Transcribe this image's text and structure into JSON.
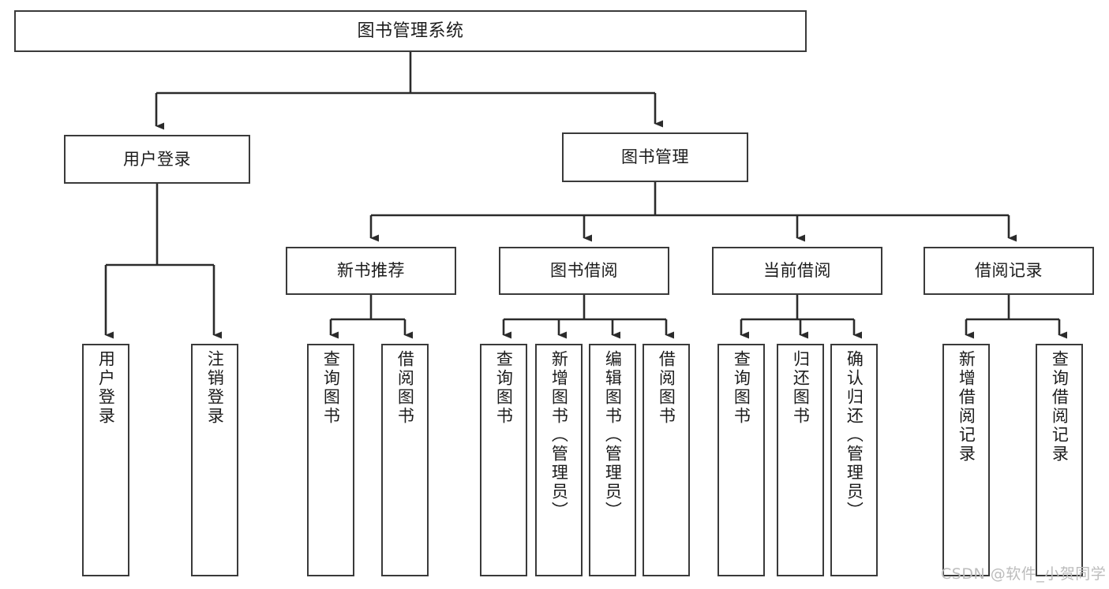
{
  "diagram": {
    "type": "tree-hierarchy",
    "title": "图书管理系统",
    "orientation": "top-down",
    "colors": {
      "box_border": "#3a3a3a",
      "box_fill": "#ffffff",
      "connector": "#2b2b2b",
      "text": "#1c1c1c",
      "watermark": "#bcbcbc"
    },
    "levels": [
      {
        "level": 1,
        "nodes": [
          {
            "id": "root",
            "label": "图书管理系统",
            "orientation": "horizontal"
          }
        ]
      },
      {
        "level": 2,
        "nodes": [
          {
            "id": "user-login",
            "label": "用户登录",
            "orientation": "horizontal",
            "parent": "root"
          },
          {
            "id": "book-manage",
            "label": "图书管理",
            "orientation": "horizontal",
            "parent": "root"
          }
        ]
      },
      {
        "level": 3,
        "nodes": [
          {
            "id": "new-book-recommend",
            "label": "新书推荐",
            "orientation": "horizontal",
            "parent": "book-manage"
          },
          {
            "id": "book-borrow",
            "label": "图书借阅",
            "orientation": "horizontal",
            "parent": "book-manage"
          },
          {
            "id": "current-borrow",
            "label": "当前借阅",
            "orientation": "horizontal",
            "parent": "book-manage"
          },
          {
            "id": "borrow-record",
            "label": "借阅记录",
            "orientation": "horizontal",
            "parent": "book-manage"
          }
        ]
      },
      {
        "level": 4,
        "nodes": [
          {
            "id": "leaf-user-login",
            "label": "用户登录",
            "orientation": "vertical",
            "parent": "user-login"
          },
          {
            "id": "leaf-logout-login",
            "label": "注销登录",
            "orientation": "vertical",
            "parent": "user-login"
          },
          {
            "id": "leaf-query-book-1",
            "label": "查询图书",
            "orientation": "vertical",
            "parent": "new-book-recommend"
          },
          {
            "id": "leaf-borrow-book-1",
            "label": "借阅图书",
            "orientation": "vertical",
            "parent": "new-book-recommend"
          },
          {
            "id": "leaf-query-book-2",
            "label": "查询图书",
            "orientation": "vertical",
            "parent": "book-borrow"
          },
          {
            "id": "leaf-add-book",
            "label": "新增图书（管理员）",
            "orientation": "vertical",
            "parent": "book-borrow"
          },
          {
            "id": "leaf-edit-book",
            "label": "编辑图书（管理员）",
            "orientation": "vertical",
            "parent": "book-borrow"
          },
          {
            "id": "leaf-borrow-book-2",
            "label": "借阅图书",
            "orientation": "vertical",
            "parent": "book-borrow"
          },
          {
            "id": "leaf-query-book-3",
            "label": "查询图书",
            "orientation": "vertical",
            "parent": "current-borrow"
          },
          {
            "id": "leaf-return-book",
            "label": "归还图书",
            "orientation": "vertical",
            "parent": "current-borrow"
          },
          {
            "id": "leaf-confirm-return",
            "label": "确认归还（管理员）",
            "orientation": "vertical",
            "parent": "current-borrow"
          },
          {
            "id": "leaf-add-record",
            "label": "新增借阅记录",
            "orientation": "vertical",
            "parent": "borrow-record"
          },
          {
            "id": "leaf-query-record",
            "label": "查询借阅记录",
            "orientation": "vertical",
            "parent": "borrow-record"
          }
        ]
      }
    ],
    "watermark": "CSDN @软件_小贺同学"
  }
}
